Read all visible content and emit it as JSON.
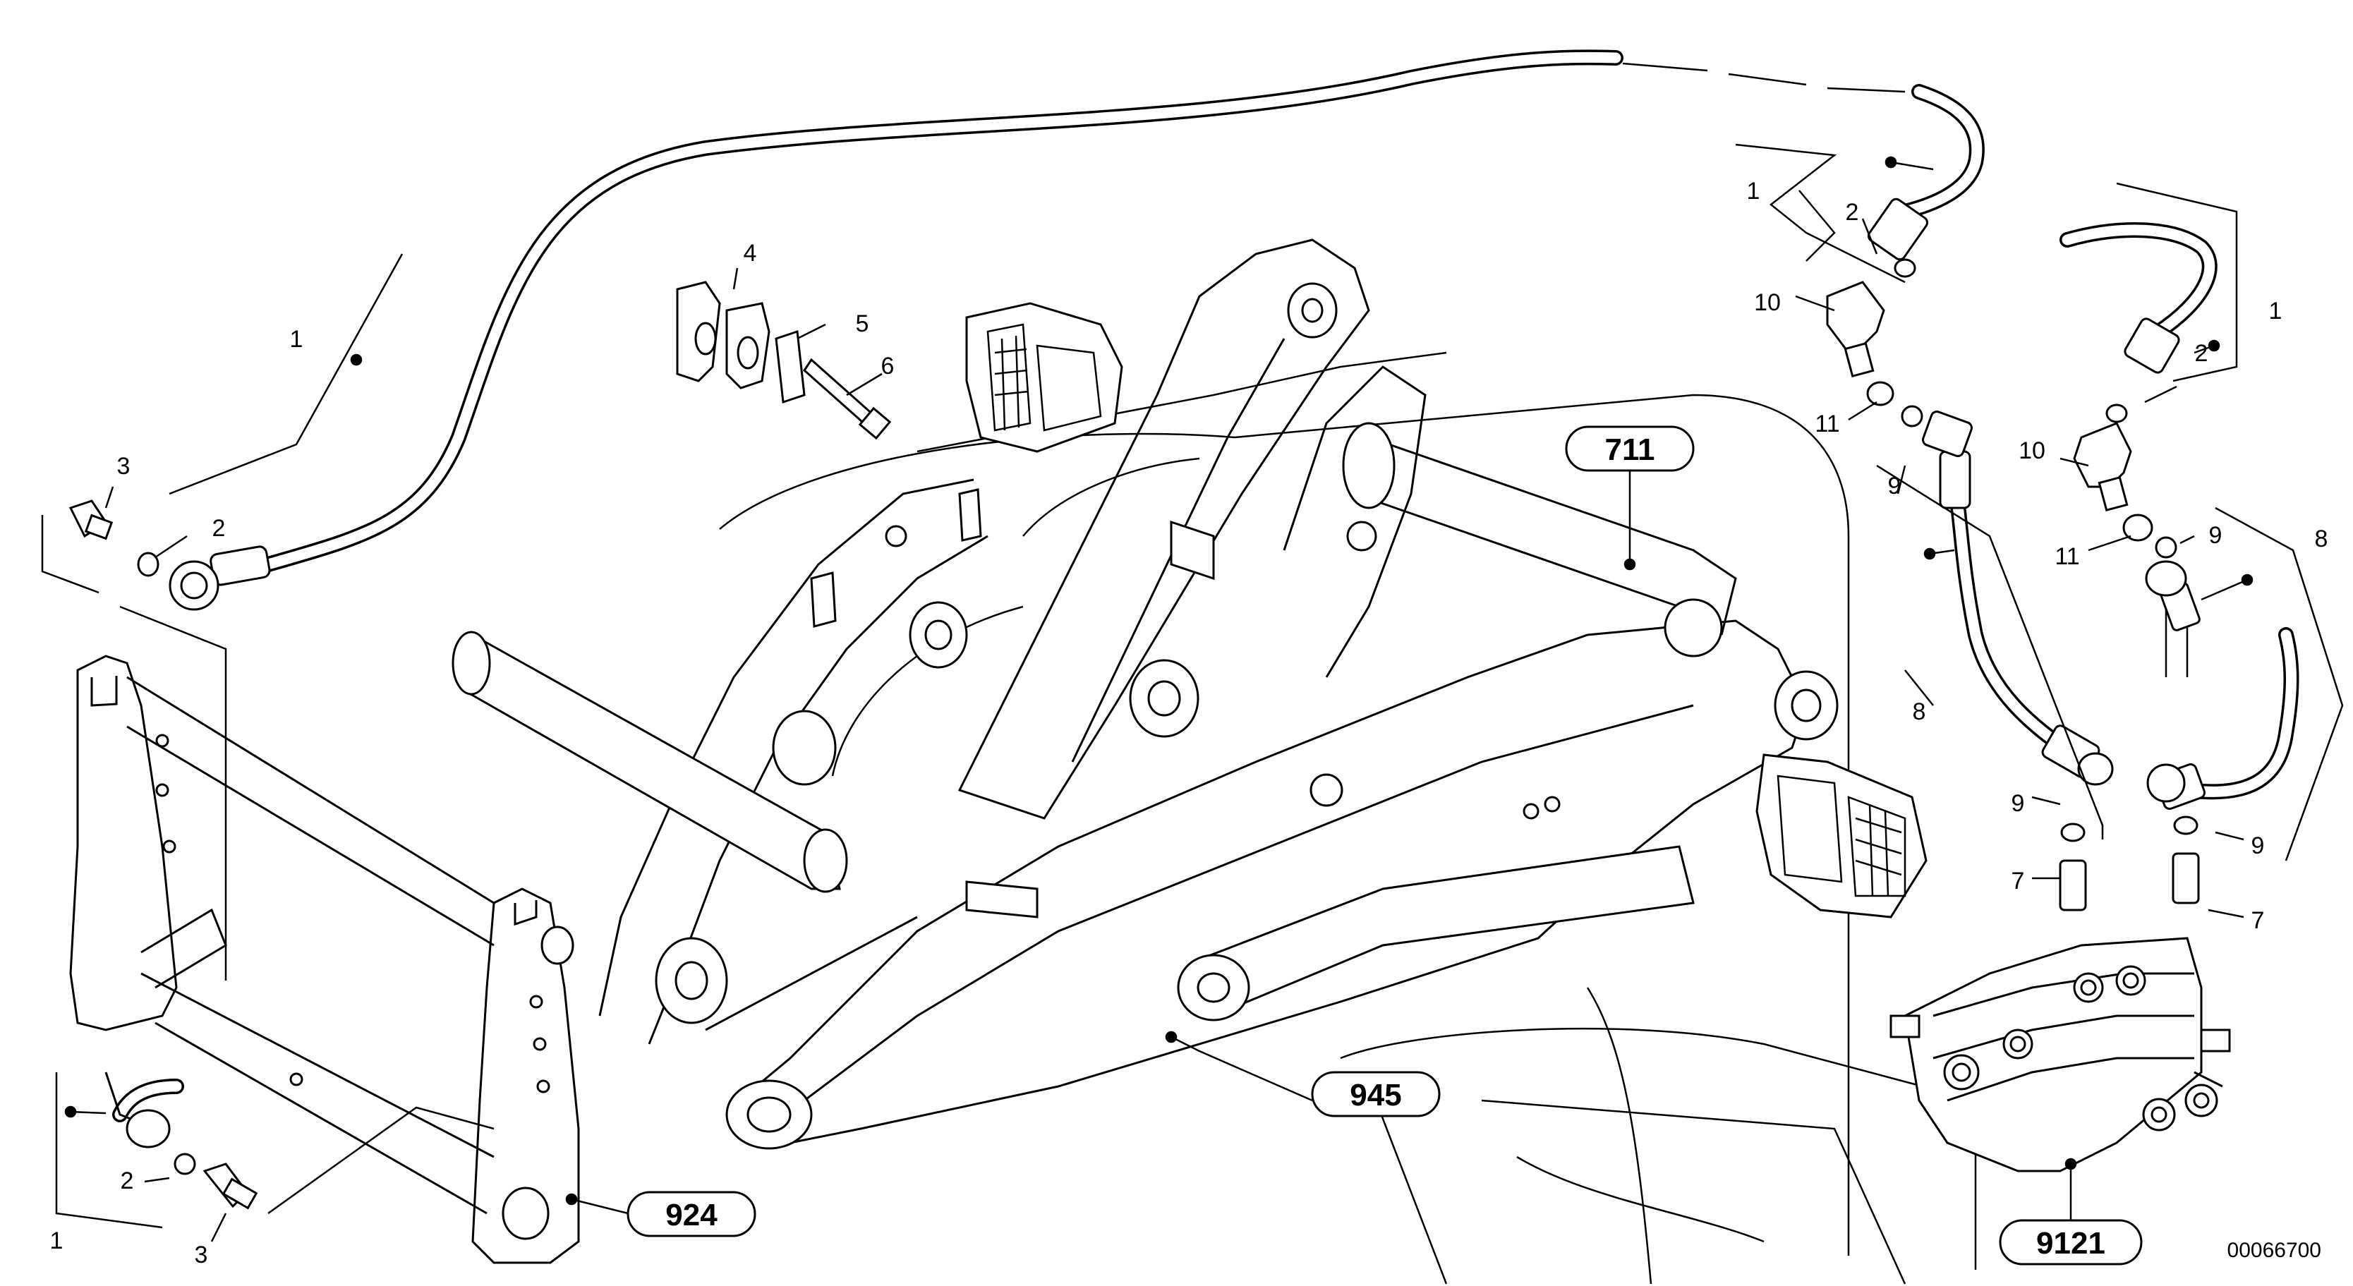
{
  "diagram": {
    "doc_id": "00066700",
    "callouts": [
      {
        "id": "c1a",
        "text": "1"
      },
      {
        "id": "c2a",
        "text": "2"
      },
      {
        "id": "c3a",
        "text": "3"
      },
      {
        "id": "c4",
        "text": "4"
      },
      {
        "id": "c5",
        "text": "5"
      },
      {
        "id": "c6",
        "text": "6"
      },
      {
        "id": "c1b",
        "text": "1"
      },
      {
        "id": "c2b",
        "text": "2"
      },
      {
        "id": "c10a",
        "text": "10"
      },
      {
        "id": "c11a",
        "text": "11"
      },
      {
        "id": "c9a",
        "text": "9"
      },
      {
        "id": "c8a",
        "text": "8"
      },
      {
        "id": "c9b",
        "text": "9"
      },
      {
        "id": "c7a",
        "text": "7"
      },
      {
        "id": "c1c",
        "text": "1"
      },
      {
        "id": "c2c",
        "text": "2"
      },
      {
        "id": "c10b",
        "text": "10"
      },
      {
        "id": "c11b",
        "text": "11"
      },
      {
        "id": "c9c",
        "text": "9"
      },
      {
        "id": "c8b",
        "text": "8"
      },
      {
        "id": "c9d",
        "text": "9"
      },
      {
        "id": "c7b",
        "text": "7"
      },
      {
        "id": "c2d",
        "text": "2"
      },
      {
        "id": "c1d",
        "text": "1"
      },
      {
        "id": "c3b",
        "text": "3"
      }
    ],
    "references": [
      {
        "id": "r711",
        "text": "711"
      },
      {
        "id": "r945",
        "text": "945"
      },
      {
        "id": "r924",
        "text": "924"
      },
      {
        "id": "r9121",
        "text": "9121"
      }
    ]
  }
}
